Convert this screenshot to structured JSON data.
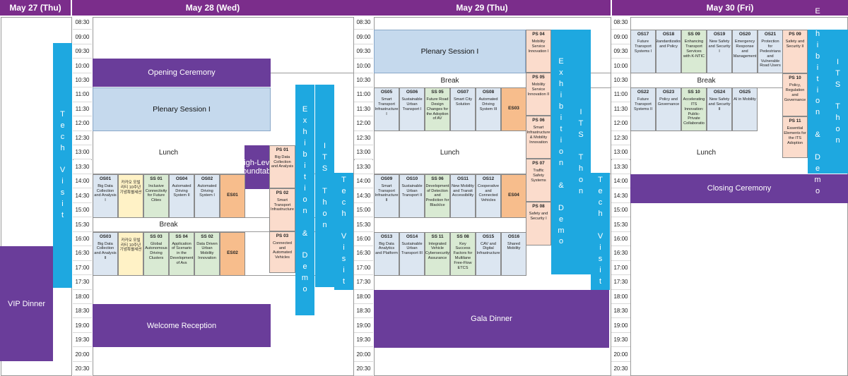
{
  "days": [
    {
      "label": "May 27 (Thu)"
    },
    {
      "label": "May 28 (Wed)"
    },
    {
      "label": "May 29 (Thu)"
    },
    {
      "label": "May 30 (Fri)"
    }
  ],
  "times": [
    "08:30",
    "09:00",
    "09:30",
    "10:00",
    "10:30",
    "11:00",
    "11:30",
    "12:00",
    "12:30",
    "13:00",
    "13:30",
    "14:00",
    "14:30",
    "15:00",
    "15:30",
    "16:00",
    "16:30",
    "17:00",
    "17:30",
    "18:00",
    "18:30",
    "19:00",
    "19:30",
    "20:00",
    "20:30"
  ],
  "events": {
    "vip_dinner": "VIP Dinner",
    "opening": "Opening Ceremony",
    "plenary1": "Plenary Session I",
    "welcome": "Welcome Reception",
    "highlevel": "High-Level Roundtable",
    "gala": "Gala Dinner",
    "closing": "Closing Ceremony",
    "lunch": "Lunch",
    "break": "Break"
  },
  "blue_words": {
    "tech": [
      "T",
      "e",
      "c",
      "h",
      "",
      "V",
      "i",
      "s",
      "i",
      "t"
    ],
    "exhibition": [
      "E",
      "x",
      "h",
      "i",
      "b",
      "i",
      "t",
      "i",
      "o",
      "n",
      "",
      "&",
      "",
      "D",
      "e",
      "m",
      "o"
    ],
    "its": [
      "I",
      "T",
      "S",
      "",
      "T",
      "h",
      "o",
      "n"
    ]
  },
  "sessions": {
    "d2_r1": [
      {
        "code": "OS01",
        "title": "Big Data Collection and Analysis I"
      },
      {
        "code": "",
        "title": "카카오 모빌리티 10주년 기념특별세션"
      },
      {
        "code": "SS 01",
        "title": "Inclusive Connectivity for Future Cities"
      },
      {
        "code": "OS04",
        "title": "Automated Driving System II"
      },
      {
        "code": "OS02",
        "title": "Automated Driving System I"
      },
      {
        "code": "ES01",
        "title": ""
      }
    ],
    "d2_r2": [
      {
        "code": "OS03",
        "title": "Big Data Collection and Analysis II"
      },
      {
        "code": "",
        "title": "카카오 모빌리티 10주년 기념특별세션"
      },
      {
        "code": "SS 03",
        "title": "Global Autonomous Driving Clusters"
      },
      {
        "code": "SS 04",
        "title": "Application of Scenario in the Development of Avs"
      },
      {
        "code": "SS 02",
        "title": "Data Driven Urban Mobility Innovation"
      },
      {
        "code": "ES02",
        "title": ""
      }
    ],
    "d2_ps": [
      {
        "code": "PS 01",
        "title": "Big Data Collection and Analysis"
      },
      {
        "code": "PS 02",
        "title": "Smart Transport Infrastructure"
      },
      {
        "code": "PS 03",
        "title": "Connected and Automated Vehicles"
      }
    ],
    "d3_r1": [
      {
        "code": "OS05",
        "title": "Smart Transport Infrastructure I"
      },
      {
        "code": "OS06",
        "title": "Sustainable Urban Transport I"
      },
      {
        "code": "SS 05",
        "title": "Future Road Design Changes for the Adoption of AV"
      },
      {
        "code": "OS07",
        "title": "Smart City Solution"
      },
      {
        "code": "OS08",
        "title": "Automated Driving System III"
      },
      {
        "code": "ES03",
        "title": ""
      }
    ],
    "d3_r2": [
      {
        "code": "OS09",
        "title": "Smart Transport Infrastructure II"
      },
      {
        "code": "OS10",
        "title": "Sustainable Urban Transport II"
      },
      {
        "code": "SS 06",
        "title": "Development of Detection and Prediction for BlackIce"
      },
      {
        "code": "OS11",
        "title": "New Mobility and Transit Accessibility"
      },
      {
        "code": "OS12",
        "title": "Cooperative and Connected Vehicles"
      },
      {
        "code": "ES04",
        "title": ""
      }
    ],
    "d3_r3": [
      {
        "code": "OS13",
        "title": "Big Data Analytics and Platform"
      },
      {
        "code": "OS14",
        "title": "Sustainable Urban Transport III"
      },
      {
        "code": "SS 11",
        "title": "Integrated Vehicle Cybersecurity Assurance"
      },
      {
        "code": "SS 08",
        "title": "Key Success Factors for Multilane Free-Flow ETCS"
      },
      {
        "code": "OS15",
        "title": "CAV and Digital Infrastructure"
      },
      {
        "code": "OS16",
        "title": "Shared Mobility"
      }
    ],
    "d3_ps": [
      {
        "code": "PS 04",
        "title": "Mobility Service Innovation I"
      },
      {
        "code": "PS 05",
        "title": "Mobility Service Innovation II"
      },
      {
        "code": "PS 06",
        "title": "Smart Infrastructure & Mobility Innovation"
      },
      {
        "code": "PS 07",
        "title": "Traffic Safety Systems"
      },
      {
        "code": "PS 08",
        "title": "Safety and Security I"
      }
    ],
    "d4_r1": [
      {
        "code": "OS17",
        "title": "Future Transport Systems I"
      },
      {
        "code": "OS18",
        "title": "Standardization and Policy"
      },
      {
        "code": "SS 09",
        "title": "Enhancing Transport Services with K-NTIC"
      },
      {
        "code": "OS19",
        "title": "New Safety and Security I"
      },
      {
        "code": "OS20",
        "title": "Emergency Response and Management"
      },
      {
        "code": "OS21",
        "title": "Protection for Pedestrians and Vulnerable Road Users"
      }
    ],
    "d4_r2": [
      {
        "code": "OS22",
        "title": "Future Transport Systems II"
      },
      {
        "code": "OS23",
        "title": "Policy and Governance"
      },
      {
        "code": "SS 10",
        "title": "Accelerating ITS Innovation: Public-Private Collaboratio"
      },
      {
        "code": "OS24",
        "title": "New Safety and Security II"
      },
      {
        "code": "OS25",
        "title": "AI in Mobility"
      }
    ],
    "d4_ps": [
      {
        "code": "PS 09",
        "title": "Safety and Security II"
      },
      {
        "code": "PS 10",
        "title": "Policy, Regulation and Governance"
      },
      {
        "code": "PS 11",
        "title": "Essential Elements for the ITS Adoption"
      }
    ]
  },
  "colors": {
    "header": "#7b2d8b",
    "event": "#6a3d9a",
    "plenary": "#c5d9ed",
    "sidebar": "#1ea8e0",
    "open_session": "#dce6f1",
    "special_session": "#d9ead3",
    "korean_session": "#fff2c6",
    "exhibitor_session": "#f7bd8c",
    "poster_session": "#fbdccc"
  }
}
